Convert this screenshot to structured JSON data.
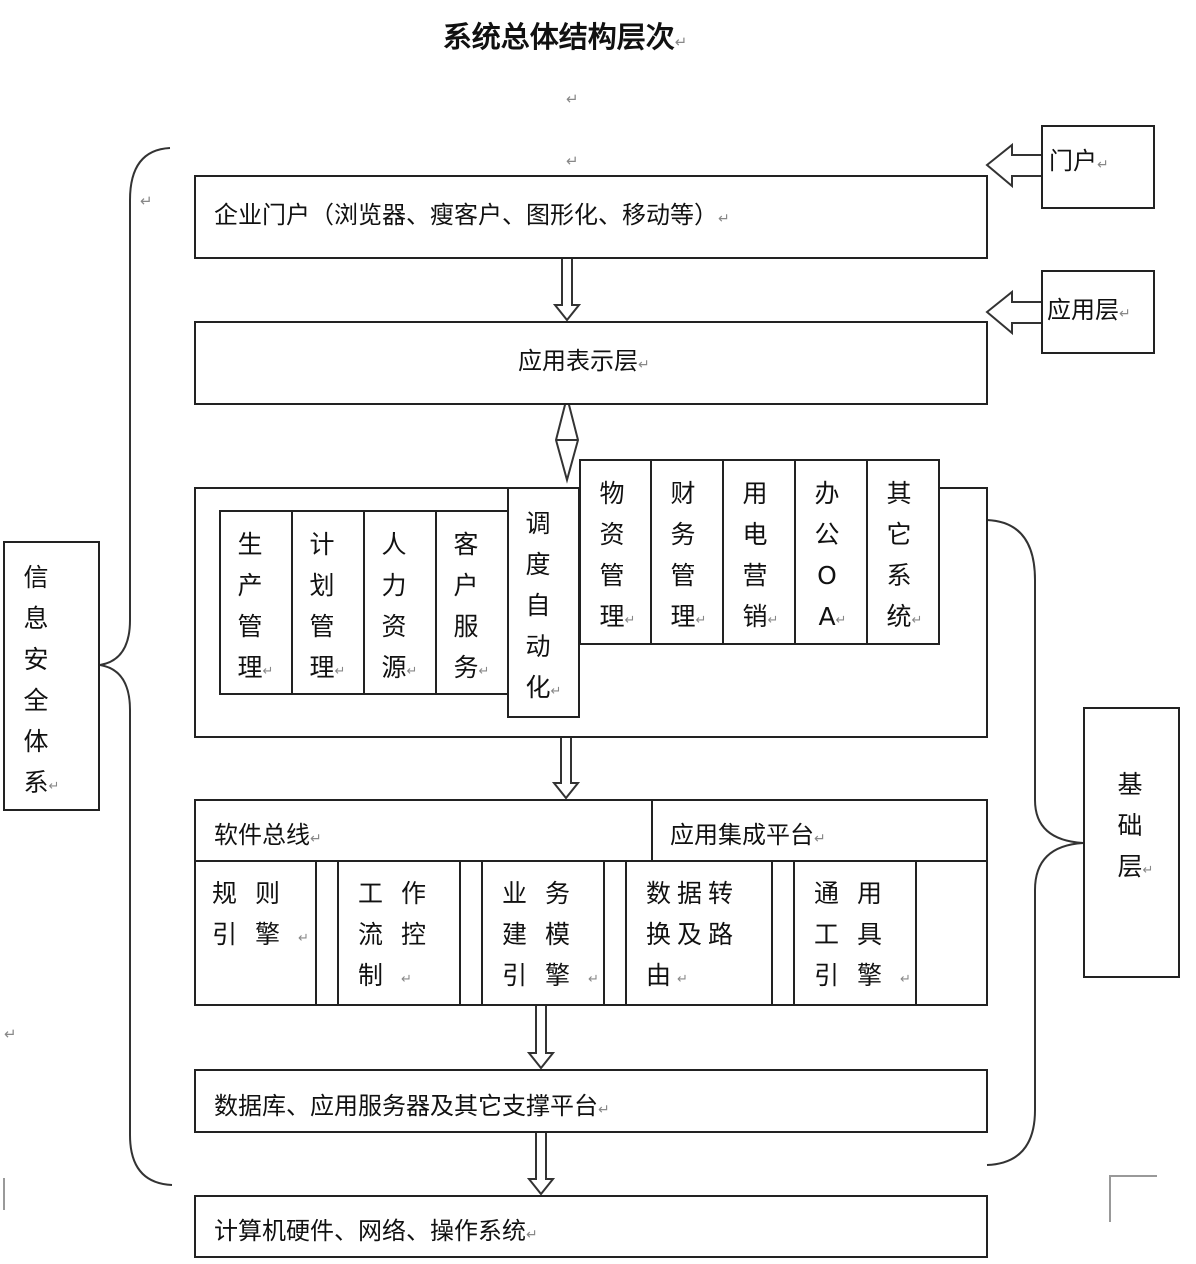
{
  "title": "系统总体结构层次",
  "left_label": "信息安全体系",
  "right_label": "基础层",
  "side_boxes": {
    "portal": "门户",
    "app_layer": "应用层"
  },
  "layers": {
    "portal": "企业门户（浏览器、瘦客户、图形化、移动等）",
    "presentation": "应用表示层",
    "database": "数据库、应用服务器及其它支撑平台",
    "hardware": "计算机硬件、网络、操作系统"
  },
  "apps_left": [
    "生产管理",
    "计划管理",
    "人力资源",
    "客户服务"
  ],
  "apps_center": "调度自动化",
  "apps_right": [
    "物资管理",
    "财务管理",
    "用电营销",
    "办公OA",
    "其它系统"
  ],
  "bus": {
    "left_header": "软件总线",
    "right_header": "应用集成平台",
    "engines": [
      "规则引擎",
      "工作流控制",
      "业务建模引擎",
      "数据转换及路由",
      "通用工具引擎"
    ]
  }
}
